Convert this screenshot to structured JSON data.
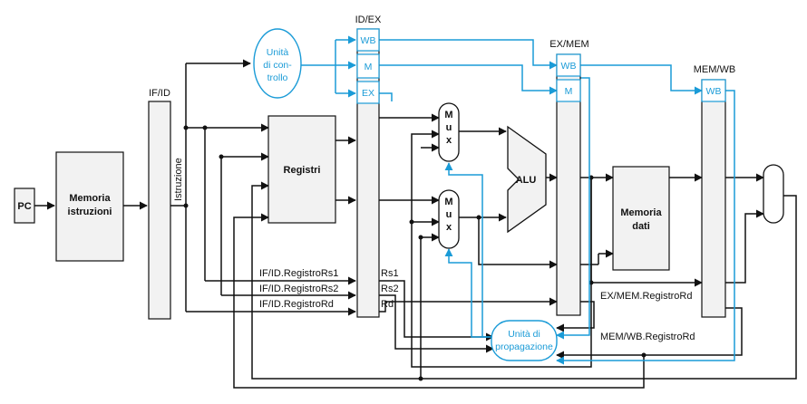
{
  "colors": {
    "black": "#111111",
    "blue": "#1a9bd7",
    "fill": "#f2f2f2",
    "white": "#ffffff"
  },
  "pipeline_registers": {
    "if_id": "IF/ID",
    "id_ex": "ID/EX",
    "ex_mem": "EX/MEM",
    "mem_wb": "MEM/WB"
  },
  "control_fields": {
    "wb": "WB",
    "m": "M",
    "ex": "EX"
  },
  "blocks": {
    "pc": "PC",
    "imem_1": "Memoria",
    "imem_2": "istruzioni",
    "registers": "Registri",
    "alu": "ALU",
    "dmem_1": "Memoria",
    "dmem_2": "dati",
    "instruction": "Istruzione",
    "mux": "Mux"
  },
  "control_unit": {
    "line1": "Unità",
    "line2": "di con-",
    "line3": "trollo"
  },
  "forwarding_unit": {
    "line1": "Unità di",
    "line2": "propagazione"
  },
  "signals": {
    "if_id_rs1": "IF/ID.RegistroRs1",
    "if_id_rs2": "IF/ID.RegistroRs2",
    "if_id_rd": "IF/ID.RegistroRd",
    "rs1": "Rs1",
    "rs2": "Rs2",
    "rd": "Rd",
    "ex_mem_rd": "EX/MEM.RegistroRd",
    "mem_wb_rd": "MEM/WB.RegistroRd"
  }
}
